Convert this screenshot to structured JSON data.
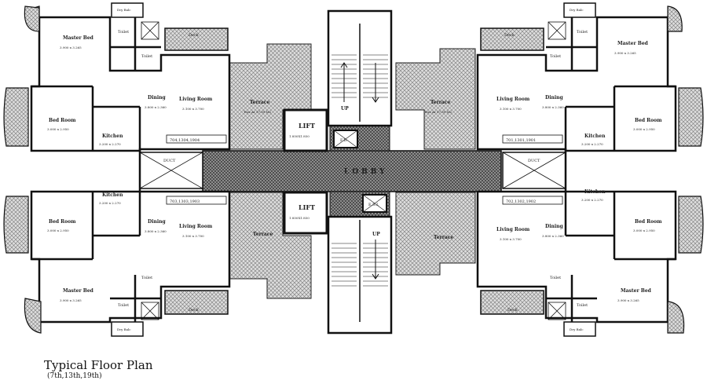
{
  "caption": {
    "title": "Typical Floor Plan",
    "subtitle": "(7th,13th,19th)"
  },
  "core": {
    "lobby": "LOBBY",
    "lift_label": "LIFT",
    "lift_size": "1.850X1.850",
    "duct": "DUCT",
    "fd": "F.D.",
    "esi": "E.S.I.",
    "up": "UP"
  },
  "rooms": {
    "master_bed": "Master Bed",
    "master_bed_dim": "3.900 x 3.265",
    "bed_room": "Bed Room",
    "bed_room_dim": "3.000 x 2.950",
    "kitchen": "Kitchen",
    "kitchen_dim": "3.200 x 2.270",
    "dining": "Dining",
    "dining_dim": "3.800 x 2.360",
    "living_room": "Living Room",
    "living_room_dim": "3.100 x 3.700",
    "toilet": "Toilet",
    "deck": "Deck",
    "dry_balc": "Dry Balc",
    "terrace": "Terrace",
    "terrace_area": "Terr Ar 17.39 M2"
  },
  "flats": {
    "top_left": "704,1304,1904",
    "bottom_left": "703,1303,1903",
    "top_right": "701,1301,1901",
    "bottom_right": "702,1302,1902"
  }
}
